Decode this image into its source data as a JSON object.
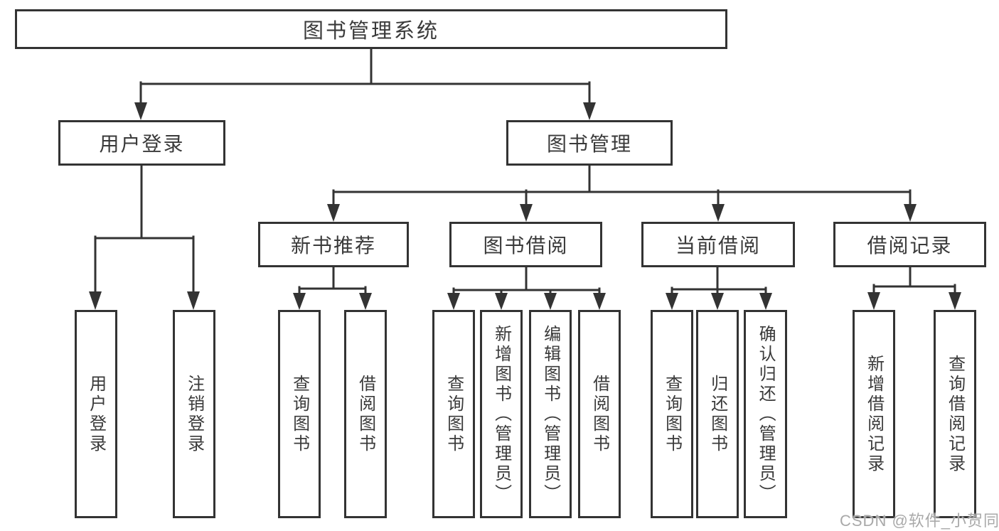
{
  "diagram": {
    "root": {
      "label": "图书管理系统"
    },
    "branches": [
      {
        "label": "用户登录",
        "children": [
          {
            "label": "用户登录"
          },
          {
            "label": "注销登录"
          }
        ]
      },
      {
        "label": "图书管理",
        "children": [
          {
            "label": "新书推荐",
            "children": [
              {
                "label": "查询图书"
              },
              {
                "label": "借阅图书"
              }
            ]
          },
          {
            "label": "图书借阅",
            "children": [
              {
                "label": "查询图书"
              },
              {
                "label": "新增图书（管理员）"
              },
              {
                "label": "编辑图书（管理员）"
              },
              {
                "label": "借阅图书"
              }
            ]
          },
          {
            "label": "当前借阅",
            "children": [
              {
                "label": "查询图书"
              },
              {
                "label": "归还图书"
              },
              {
                "label": "确认归还（管理员）"
              }
            ]
          },
          {
            "label": "借阅记录",
            "children": [
              {
                "label": "新增借阅记录"
              },
              {
                "label": "查询借阅记录"
              }
            ]
          }
        ]
      }
    ]
  },
  "watermark": {
    "text": "CSDN @软件_小贺同学"
  },
  "colors": {
    "line": "#333333",
    "box_border": "#333333",
    "box_background": "#ffffff",
    "text": "#3a3a3a",
    "watermark": "#a9a9a9",
    "page_background": "#ffffff"
  }
}
